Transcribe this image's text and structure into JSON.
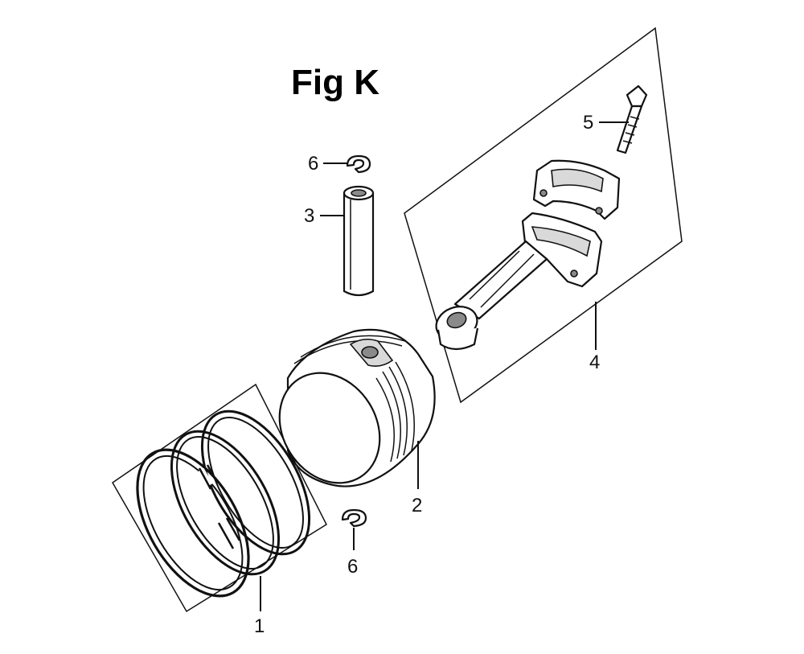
{
  "figure": {
    "title": "Fig K",
    "callouts": {
      "c1": "1",
      "c2": "2",
      "c3": "3",
      "c4": "4",
      "c5": "5",
      "c6_top": "6",
      "c6_bottom": "6"
    }
  }
}
